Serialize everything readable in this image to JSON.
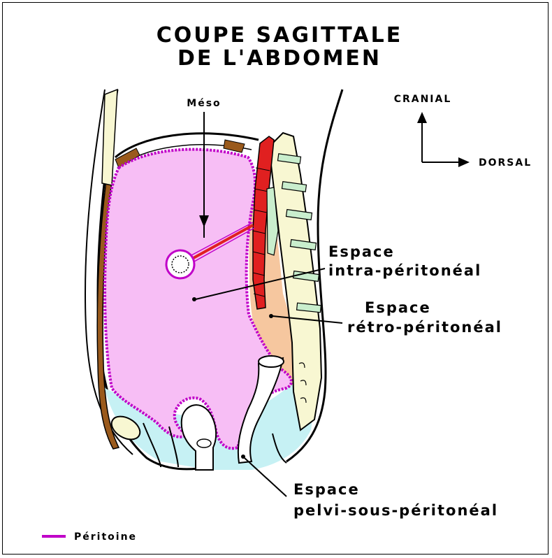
{
  "title": {
    "line1": "COUPE SAGITTALE",
    "line2": "DE L'ABDOMEN"
  },
  "orientation": {
    "cranial": "CRANIAL",
    "dorsal": "DORSAL"
  },
  "labels": {
    "meso": "Méso",
    "intra_line1": "Espace",
    "intra_line2": "intra-péritonéal",
    "retro_line1": "Espace",
    "retro_line2": "rétro-péritonéal",
    "pelvi_line1": "Espace",
    "pelvi_line2": "pelvi-sous-péritonéal"
  },
  "legend": {
    "peritoine": "Péritoine"
  },
  "colors": {
    "peritoneum": "#c000c8",
    "intra_space": "#f7bef5",
    "retro_space": "#f6c79f",
    "pelvi_space": "#c6f1f4",
    "vertebra": "#f8f7d2",
    "disc": "#c9eecd",
    "muscle": "#9a5a1c",
    "artery": "#e02020"
  }
}
